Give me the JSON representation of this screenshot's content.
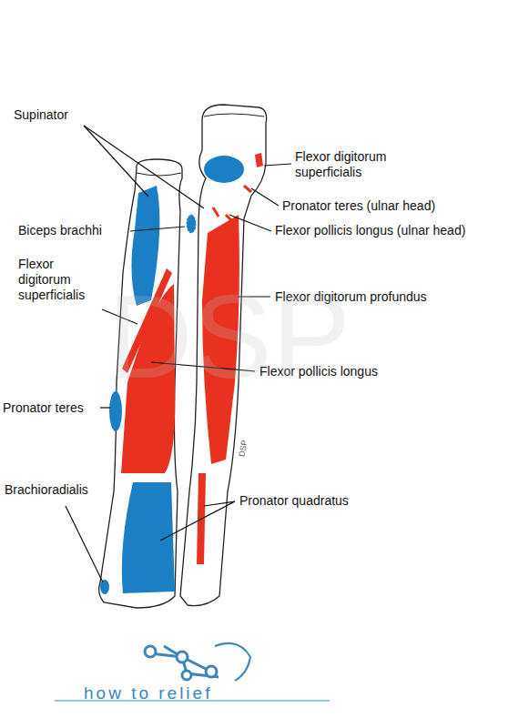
{
  "diagram": {
    "labels": [
      "Supinator",
      "Flexor digitorum superficialis",
      "Pronator teres (ulnar head)",
      "Biceps brachhi",
      "Flexor pollicis longus (ulnar head)",
      "Flexor digitorum superficialis",
      "Flexor digitorum profundus",
      "Flexor pollicis longus",
      "Pronator teres",
      "Brachioradialis",
      "Pronator quadratus",
      "DSP",
      "DSP",
      "how to relief"
    ]
  }
}
